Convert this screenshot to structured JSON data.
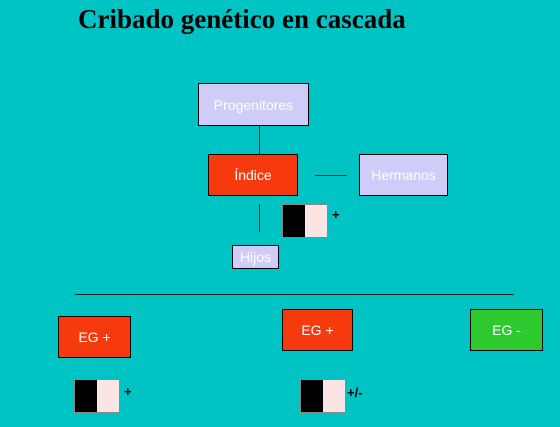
{
  "title": "Cribado genético en cascada",
  "nodes": {
    "progenitores": "Progenitores",
    "indice": "Índice",
    "hermanos": "Hermanos",
    "hijos": "Hijos"
  },
  "marks": {
    "indice_result": "+",
    "eg1_result": "+",
    "eg2_result": "+/-"
  },
  "outcomes": {
    "eg_pos_1": "EG +",
    "eg_pos_2": "EG +",
    "eg_neg": "EG -"
  },
  "colors": {
    "background": "#00c4c4",
    "lavender": "#cfcdf7",
    "red": "#f73a0e",
    "green": "#2ec92e"
  },
  "icons": [
    "echo-ecg-thumbnail-icon"
  ]
}
